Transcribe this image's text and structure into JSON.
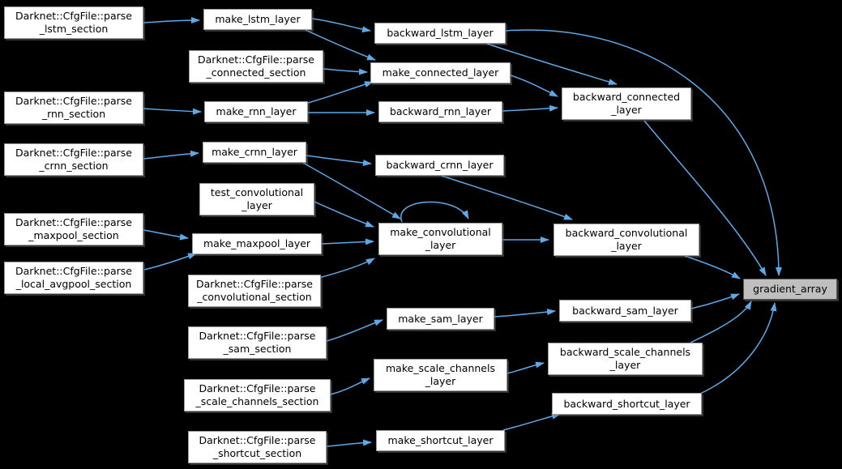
{
  "diagram": {
    "type": "call-graph",
    "target_function": "gradient_array",
    "colors": {
      "background": "#000000",
      "edge": "#5da9e8",
      "node_fill": "#ffffff",
      "node_border": "#9b9b9b",
      "current_node_fill": "#bfbfbf",
      "current_node_border": "#5a5a5a",
      "text": "#000000"
    },
    "nodes": [
      {
        "id": "parse_lstm_section",
        "label": "Darknet::CfgFile::parse\n_lstm_section"
      },
      {
        "id": "make_lstm_layer",
        "label": "make_lstm_layer"
      },
      {
        "id": "backward_lstm_layer",
        "label": "backward_lstm_layer"
      },
      {
        "id": "parse_connected_section",
        "label": "Darknet::CfgFile::parse\n_connected_section"
      },
      {
        "id": "make_connected_layer",
        "label": "make_connected_layer"
      },
      {
        "id": "backward_connected_layer",
        "label": "backward_connected\n_layer"
      },
      {
        "id": "parse_rnn_section",
        "label": "Darknet::CfgFile::parse\n_rnn_section"
      },
      {
        "id": "make_rnn_layer",
        "label": "make_rnn_layer"
      },
      {
        "id": "backward_rnn_layer",
        "label": "backward_rnn_layer"
      },
      {
        "id": "parse_crnn_section",
        "label": "Darknet::CfgFile::parse\n_crnn_section"
      },
      {
        "id": "make_crnn_layer",
        "label": "make_crnn_layer"
      },
      {
        "id": "backward_crnn_layer",
        "label": "backward_crnn_layer"
      },
      {
        "id": "test_convolutional_layer",
        "label": "test_convolutional\n_layer"
      },
      {
        "id": "parse_maxpool_section",
        "label": "Darknet::CfgFile::parse\n_maxpool_section"
      },
      {
        "id": "make_maxpool_layer",
        "label": "make_maxpool_layer"
      },
      {
        "id": "parse_local_avgpool_section",
        "label": "Darknet::CfgFile::parse\n_local_avgpool_section"
      },
      {
        "id": "parse_convolutional_section",
        "label": "Darknet::CfgFile::parse\n_convolutional_section"
      },
      {
        "id": "make_convolutional_layer",
        "label": "make_convolutional\n_layer"
      },
      {
        "id": "backward_convolutional_layer",
        "label": "backward_convolutional\n_layer"
      },
      {
        "id": "gradient_array",
        "label": "gradient_array"
      },
      {
        "id": "parse_sam_section",
        "label": "Darknet::CfgFile::parse\n_sam_section"
      },
      {
        "id": "make_sam_layer",
        "label": "make_sam_layer"
      },
      {
        "id": "backward_sam_layer",
        "label": "backward_sam_layer"
      },
      {
        "id": "parse_scale_channels_section",
        "label": "Darknet::CfgFile::parse\n_scale_channels_section"
      },
      {
        "id": "make_scale_channels_layer",
        "label": "make_scale_channels\n_layer"
      },
      {
        "id": "backward_scale_channels_layer",
        "label": "backward_scale_channels\n_layer"
      },
      {
        "id": "parse_shortcut_section",
        "label": "Darknet::CfgFile::parse\n_shortcut_section"
      },
      {
        "id": "make_shortcut_layer",
        "label": "make_shortcut_layer"
      },
      {
        "id": "backward_shortcut_layer",
        "label": "backward_shortcut_layer"
      }
    ],
    "edges": [
      {
        "from": "parse_lstm_section",
        "to": "make_lstm_layer"
      },
      {
        "from": "make_lstm_layer",
        "to": "backward_lstm_layer"
      },
      {
        "from": "make_lstm_layer",
        "to": "make_connected_layer"
      },
      {
        "from": "parse_connected_section",
        "to": "make_connected_layer"
      },
      {
        "from": "backward_lstm_layer",
        "to": "gradient_array"
      },
      {
        "from": "backward_lstm_layer",
        "to": "backward_connected_layer"
      },
      {
        "from": "make_connected_layer",
        "to": "backward_connected_layer"
      },
      {
        "from": "parse_rnn_section",
        "to": "make_rnn_layer"
      },
      {
        "from": "make_rnn_layer",
        "to": "make_connected_layer"
      },
      {
        "from": "make_rnn_layer",
        "to": "backward_rnn_layer"
      },
      {
        "from": "backward_rnn_layer",
        "to": "backward_connected_layer"
      },
      {
        "from": "backward_connected_layer",
        "to": "gradient_array"
      },
      {
        "from": "parse_crnn_section",
        "to": "make_crnn_layer"
      },
      {
        "from": "make_crnn_layer",
        "to": "backward_crnn_layer"
      },
      {
        "from": "make_crnn_layer",
        "to": "make_convolutional_layer"
      },
      {
        "from": "backward_crnn_layer",
        "to": "backward_convolutional_layer"
      },
      {
        "from": "test_convolutional_layer",
        "to": "make_convolutional_layer"
      },
      {
        "from": "parse_maxpool_section",
        "to": "make_maxpool_layer"
      },
      {
        "from": "parse_local_avgpool_section",
        "to": "make_maxpool_layer"
      },
      {
        "from": "make_maxpool_layer",
        "to": "make_convolutional_layer"
      },
      {
        "from": "parse_convolutional_section",
        "to": "make_convolutional_layer"
      },
      {
        "from": "make_convolutional_layer",
        "to": "make_convolutional_layer"
      },
      {
        "from": "make_convolutional_layer",
        "to": "backward_convolutional_layer"
      },
      {
        "from": "backward_convolutional_layer",
        "to": "gradient_array"
      },
      {
        "from": "parse_sam_section",
        "to": "make_sam_layer"
      },
      {
        "from": "make_sam_layer",
        "to": "backward_sam_layer"
      },
      {
        "from": "backward_sam_layer",
        "to": "gradient_array"
      },
      {
        "from": "parse_scale_channels_section",
        "to": "make_scale_channels_layer"
      },
      {
        "from": "make_scale_channels_layer",
        "to": "backward_scale_channels_layer"
      },
      {
        "from": "backward_scale_channels_layer",
        "to": "gradient_array"
      },
      {
        "from": "parse_shortcut_section",
        "to": "make_shortcut_layer"
      },
      {
        "from": "make_shortcut_layer",
        "to": "backward_shortcut_layer"
      },
      {
        "from": "backward_shortcut_layer",
        "to": "gradient_array"
      }
    ]
  }
}
